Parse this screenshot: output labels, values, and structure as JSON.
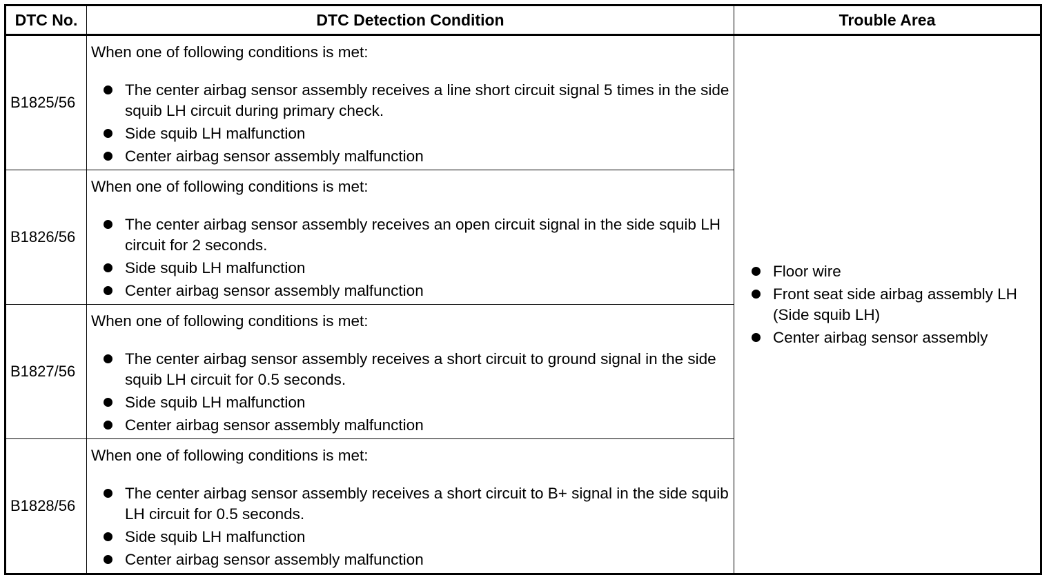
{
  "table": {
    "headers": {
      "dtc_no": "DTC No.",
      "condition": "DTC Detection Condition",
      "trouble_area": "Trouble Area"
    },
    "rows": [
      {
        "code": "B1825/56",
        "intro": "When one of following conditions is met:",
        "conditions": [
          "The center airbag sensor assembly receives a line short circuit signal 5 times in the side squib LH circuit during primary check.",
          "Side squib LH malfunction",
          "Center airbag sensor assembly malfunction"
        ]
      },
      {
        "code": "B1826/56",
        "intro": "When one of following conditions is met:",
        "conditions": [
          "The center airbag sensor assembly receives an open circuit signal in the side squib LH circuit for 2 seconds.",
          "Side squib LH malfunction",
          "Center airbag sensor assembly malfunction"
        ]
      },
      {
        "code": "B1827/56",
        "intro": "When one of following conditions is met:",
        "conditions": [
          "The center airbag sensor assembly receives a short circuit to ground signal in the side squib LH circuit for 0.5 seconds.",
          "Side squib LH malfunction",
          "Center airbag sensor assembly malfunction"
        ]
      },
      {
        "code": "B1828/56",
        "intro": "When one of following conditions is met:",
        "conditions": [
          "The center airbag sensor assembly receives a short circuit to B+ signal in the side squib LH circuit for 0.5 seconds.",
          "Side squib LH malfunction",
          "Center airbag sensor assembly malfunction"
        ]
      }
    ],
    "trouble_area": [
      "Floor wire",
      "Front seat side airbag assembly LH (Side squib LH)",
      "Center airbag sensor assembly"
    ]
  }
}
